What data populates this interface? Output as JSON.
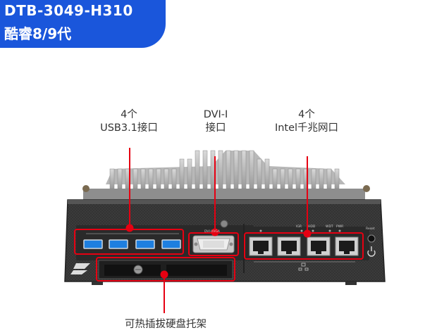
{
  "product": {
    "model": "DTB-3049-H310",
    "cpu": "酷睿8/9代"
  },
  "callouts": {
    "usb_count": "4个",
    "usb_desc": "USB3.1接口",
    "dvi_title": "DVI-I",
    "dvi_desc": "接口",
    "lan_count": "4个",
    "lan_desc": "Intel千兆网口",
    "hdd_desc": "可热插拔硬盘托架"
  },
  "panel_marks": {
    "igr": "IGR",
    "hdd": "HDD",
    "wdt": "WDT",
    "pwr": "PWR",
    "reset": "Reset",
    "dvi_print": "DVI-I/VGA"
  },
  "colors": {
    "badge": "#1a56db",
    "accent": "#e60012",
    "usb_port": "#1e7fe0",
    "chassis": "#3a3a3a"
  }
}
